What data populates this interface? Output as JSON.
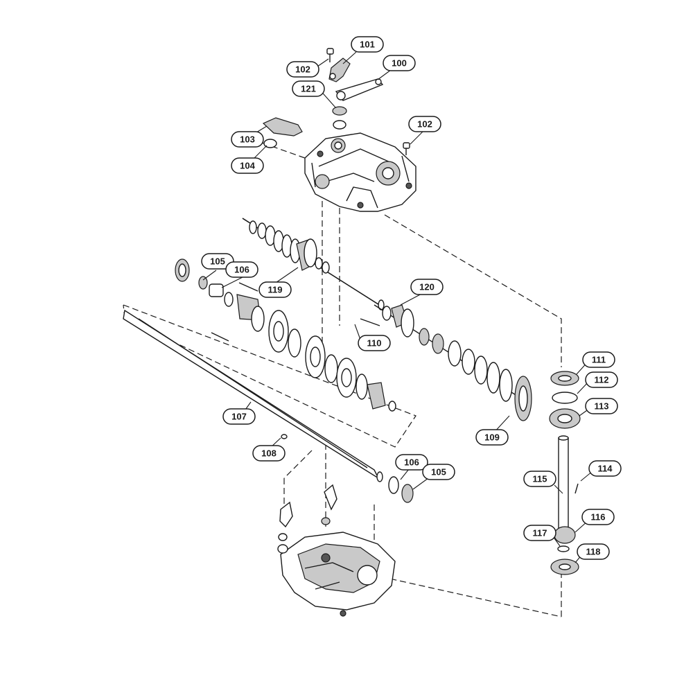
{
  "callouts": {
    "c100": "100",
    "c101": "101",
    "c102a": "102",
    "c102b": "102",
    "c103": "103",
    "c104": "104",
    "c105a": "105",
    "c105b": "105",
    "c106a": "106",
    "c106b": "106",
    "c107": "107",
    "c108": "108",
    "c109": "109",
    "c110": "110",
    "c111": "111",
    "c112": "112",
    "c113": "113",
    "c114": "114",
    "c115": "115",
    "c116": "116",
    "c117": "117",
    "c118": "118",
    "c119": "119",
    "c120": "120",
    "c121": "121"
  }
}
